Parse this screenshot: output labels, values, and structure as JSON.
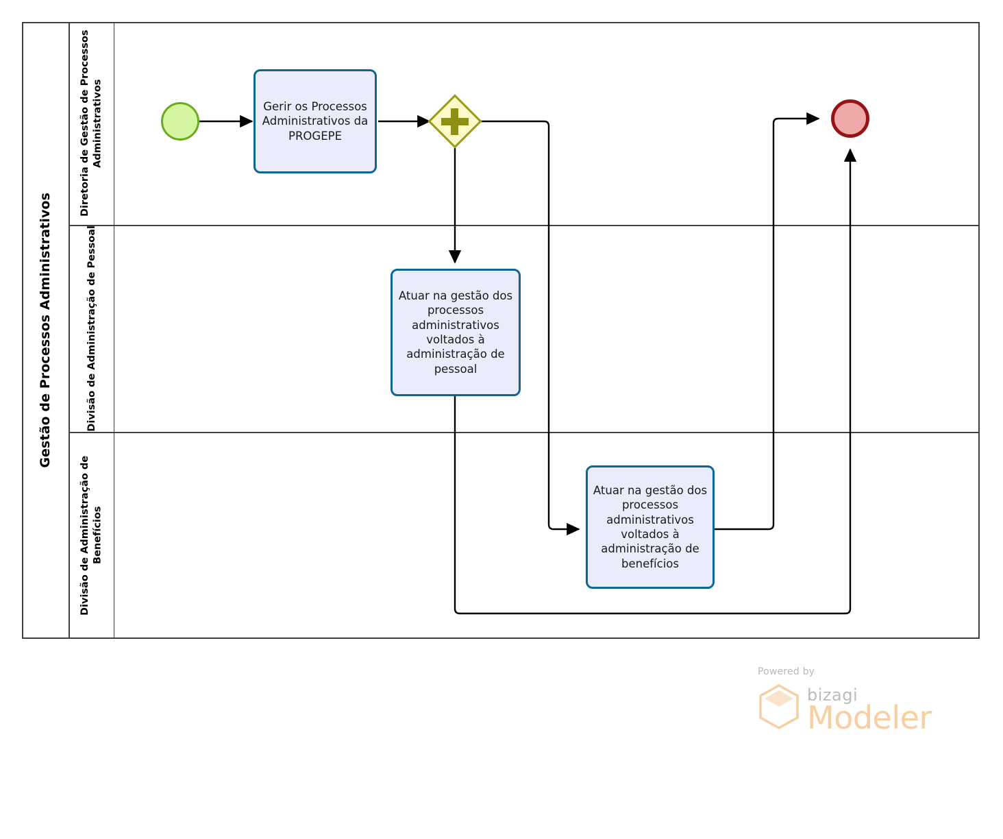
{
  "diagram": {
    "type": "bpmn-process",
    "pool": {
      "name": "Gestão de Processos Administrativos"
    },
    "lanes": [
      {
        "id": "lane-diretoria",
        "name": "Diretoria de Gestão de Processos Administrativos"
      },
      {
        "id": "lane-pessoal",
        "name": "Divisão de Administração de Pessoal"
      },
      {
        "id": "lane-beneficios",
        "name": "Divisão de Administração de Benefícios"
      }
    ],
    "nodes": [
      {
        "id": "start-event",
        "type": "start-event",
        "lane": "lane-diretoria",
        "label": ""
      },
      {
        "id": "task-gerir",
        "type": "task",
        "lane": "lane-diretoria",
        "label": "Gerir os Processos Administrativos da PROGEPE"
      },
      {
        "id": "gateway-parallel",
        "type": "parallel-gateway",
        "lane": "lane-diretoria",
        "label": ""
      },
      {
        "id": "task-pessoal",
        "type": "task",
        "lane": "lane-pessoal",
        "label": "Atuar na gestão dos processos administrativos voltados à administração de pessoal"
      },
      {
        "id": "task-beneficios",
        "type": "task",
        "lane": "lane-beneficios",
        "label": "Atuar na gestão dos processos administrativos voltados à administração de benefícios"
      },
      {
        "id": "end-event",
        "type": "end-event",
        "lane": "lane-diretoria",
        "label": ""
      }
    ],
    "flows": [
      {
        "from": "start-event",
        "to": "task-gerir"
      },
      {
        "from": "task-gerir",
        "to": "gateway-parallel"
      },
      {
        "from": "gateway-parallel",
        "to": "task-pessoal"
      },
      {
        "from": "gateway-parallel",
        "to": "task-beneficios"
      },
      {
        "from": "task-beneficios",
        "to": "end-event"
      },
      {
        "from": "task-pessoal",
        "to": "end-event"
      }
    ],
    "colors": {
      "start_event_fill": "#d6f5a0",
      "start_event_stroke": "#6aaa20",
      "end_event_fill": "#efa9a9",
      "end_event_stroke": "#961417",
      "task_fill": "#eaecfb",
      "task_stroke": "#0f6695",
      "gateway_fill": "#fbfbc9",
      "gateway_stroke": "#9a9a1a",
      "pool_stroke": "#3f3f3f",
      "flow_stroke": "#000000"
    }
  },
  "watermark": {
    "powered_by": "Powered by",
    "brand": "bizagi",
    "product": "Modeler",
    "logo_color": "#f6cfa2"
  }
}
